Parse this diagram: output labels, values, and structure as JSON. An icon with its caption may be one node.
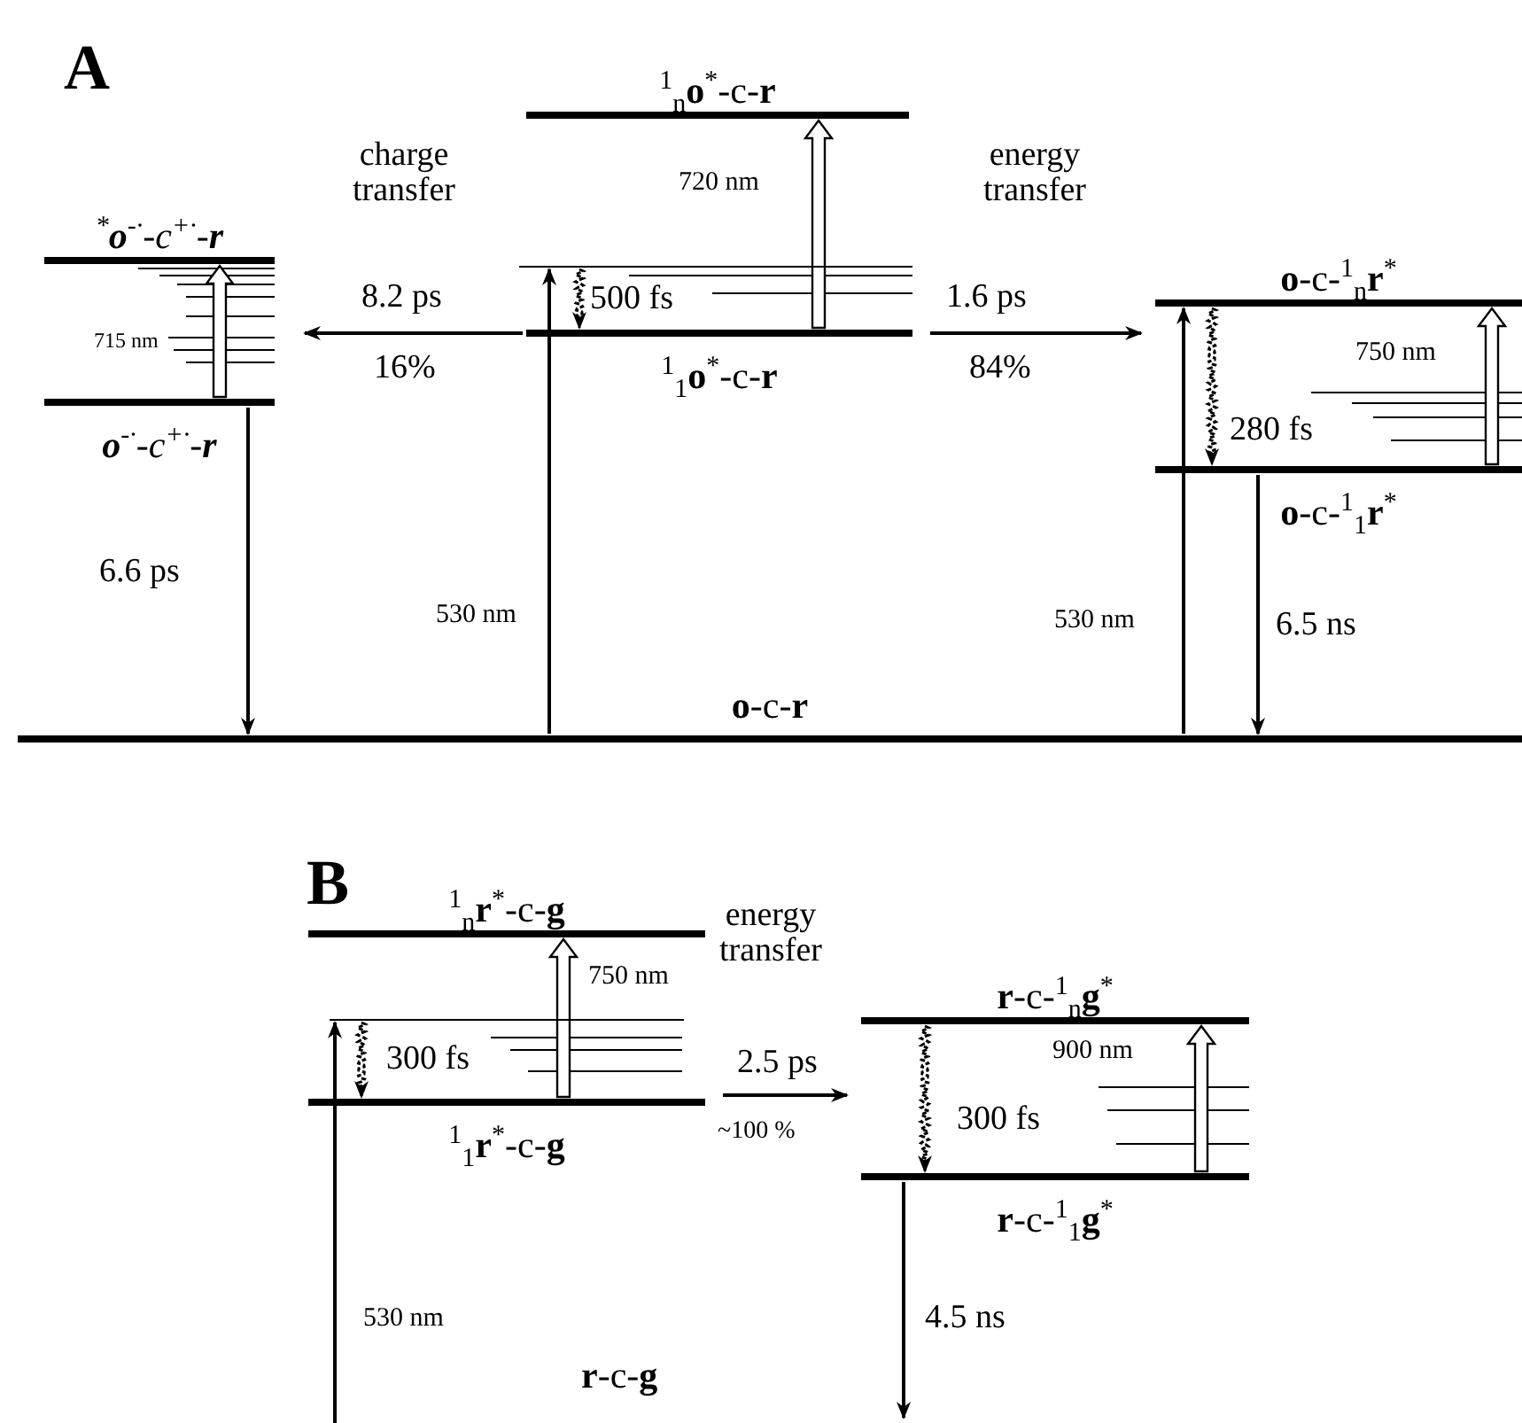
{
  "diagram": {
    "nodes": [
      {
        "text": [
          "$^{1}$$_{n}$**o**$^{*}$-c-**r**"
        ]
      },
      {
        "text": [],
        "shape": "bar"
      },
      {
        "text": [
          "$^{1}$$_{1}$**o**$^{*}$-c-**r**"
        ]
      },
      {
        "text": [
          "$^{*}$**o**$^{-·}$-c$^{+·}$-**r**"
        ]
      },
      {
        "text": [
          "**o**$^{-·}$-c$^{+·}$-**r**"
        ]
      },
      {
        "text": [
          "**o**-c-$^{1}$$_{n}$**r**$^{*}$"
        ]
      },
      {
        "text": [
          "**o**-c-$^{1}$$_{1}$**r**$^{*}$"
        ]
      },
      {
        "text": [
          "**o**-c-**r**"
        ]
      },
      {
        "text": [
          "$^{1}$$_{n}$**r**$^{*}$-c-**g**"
        ]
      },
      {
        "text": [],
        "shape": "bar"
      },
      {
        "text": [
          "$^{1}$$_{1}$**r**$^{*}$-c-**g**"
        ]
      },
      {
        "text": [
          "**r**-c-$^{1}$$_{n}$**g**$^{*}$"
        ]
      },
      {
        "text": [
          "**r**-c-$^{1}$$_{1}$**g**$^{*}$"
        ]
      }
    ],
    "edges": [
      {
        "from": 7,
        "to": 1,
        "arrow": "to",
        "label": "530 nm"
      },
      {
        "from": 1,
        "to": 2,
        "arrow": "to",
        "label": "500 fs",
        "style": "dashed"
      },
      {
        "from": 2,
        "to": 0,
        "arrow": "to",
        "label": "720 nm",
        "style": "thick"
      },
      {
        "from": 2,
        "to": null,
        "arrow": "to",
        "label": "8.2 ps"
      },
      {
        "from": 4,
        "to": 3,
        "arrow": "to",
        "label": "715 nm",
        "style": "thick"
      },
      {
        "from": 4,
        "to": 7,
        "arrow": "to",
        "label": "6.6 ps"
      },
      {
        "from": 2,
        "to": 5,
        "arrow": "to",
        "label": "1.6 ps"
      },
      {
        "from": 7,
        "to": 5,
        "arrow": "to",
        "label": "530 nm"
      },
      {
        "from": 5,
        "to": 6,
        "arrow": "to",
        "label": "280 fs",
        "style": "dashed"
      },
      {
        "from": 6,
        "to": 5,
        "arrow": "to",
        "label": "750 nm",
        "style": "thick"
      },
      {
        "from": 6,
        "to": 7,
        "arrow": "to",
        "label": "6.5 ns"
      },
      {
        "from": null,
        "to": 9,
        "arrow": "to",
        "label": "530 nm"
      },
      {
        "from": 9,
        "to": 10,
        "arrow": "to",
        "label": "300 fs",
        "style": "dashed"
      },
      {
        "from": 10,
        "to": 8,
        "arrow": "to",
        "label": "750 nm",
        "style": "thick"
      },
      {
        "from": 10,
        "to": 11,
        "arrow": "to",
        "label": "2.5 ps"
      },
      {
        "from": 12,
        "to": 11,
        "arrow": "to",
        "label": "900 nm",
        "style": "thick"
      },
      {
        "from": 11,
        "to": 12,
        "arrow": "to",
        "label": "300 fs",
        "style": "dashed"
      },
      {
        "from": 12,
        "to": null,
        "arrow": "to",
        "label": "4.5 ns"
      }
    ],
    "labels": [
      "A",
      "charge transfer",
      "16%",
      "energy transfer",
      "84%",
      "B",
      "energy transfer",
      "~100 %",
      "**r**-c-**g**"
    ]
  }
}
